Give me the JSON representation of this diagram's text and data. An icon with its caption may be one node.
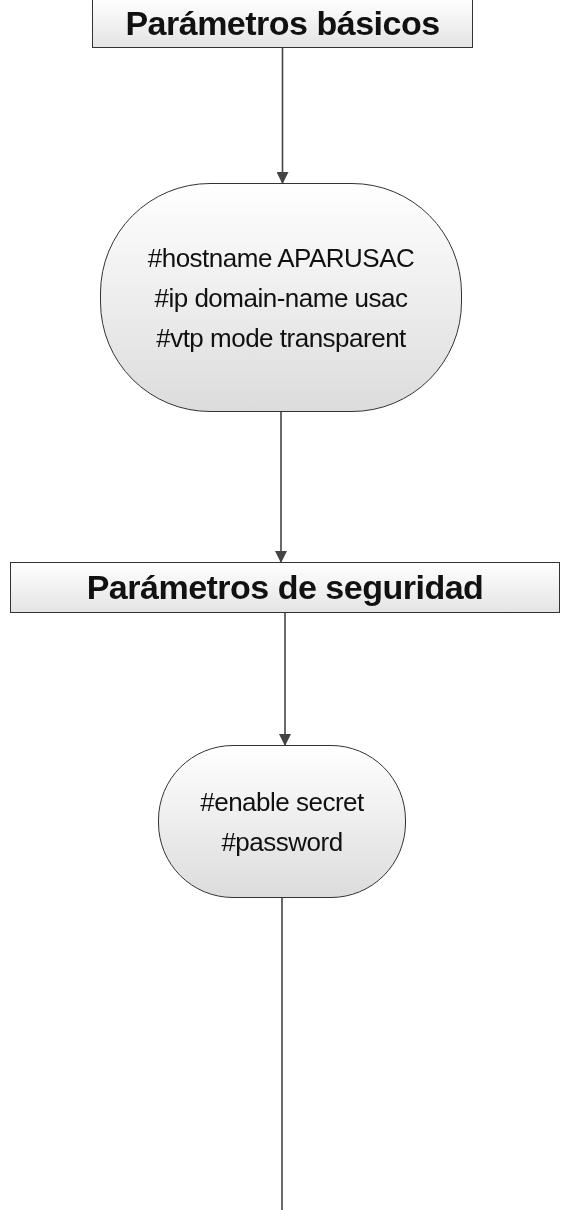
{
  "diagram": {
    "nodes": [
      {
        "text": [
          "Parámetros básicos"
        ]
      },
      {
        "text": [
          "#hostname APARUSAC",
          "#ip domain-name usac",
          "#vtp mode transparent"
        ]
      },
      {
        "text": [
          "Parámetros de seguridad"
        ]
      },
      {
        "text": [
          "#enable secret",
          "#password"
        ]
      }
    ],
    "edges": [
      {
        "from": 0,
        "to": 1,
        "arrow": "to"
      },
      {
        "from": 1,
        "to": 2,
        "arrow": "to"
      },
      {
        "from": 2,
        "to": 3,
        "arrow": "to"
      },
      {
        "from": 3,
        "to": null,
        "arrow": "none"
      }
    ]
  }
}
